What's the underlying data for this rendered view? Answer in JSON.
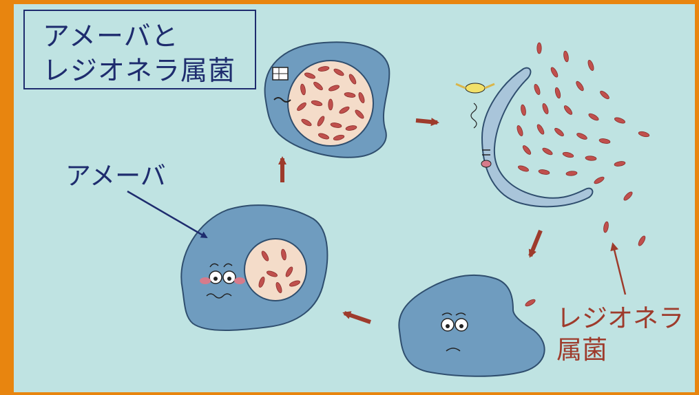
{
  "title": {
    "line1": "アメーバと",
    "line2": "レジオネラ属菌"
  },
  "labels": {
    "amoeba": "アメーバ",
    "legionella_line1": "レジオネラ",
    "legionella_line2": "属菌"
  },
  "colors": {
    "frame": "#E8850F",
    "background": "#BFE3E2",
    "amoeba": "#6F9CBF",
    "bacteria": "#C0504D",
    "label_dark": "#1E2C6E",
    "label_red": "#9E3B2C"
  }
}
